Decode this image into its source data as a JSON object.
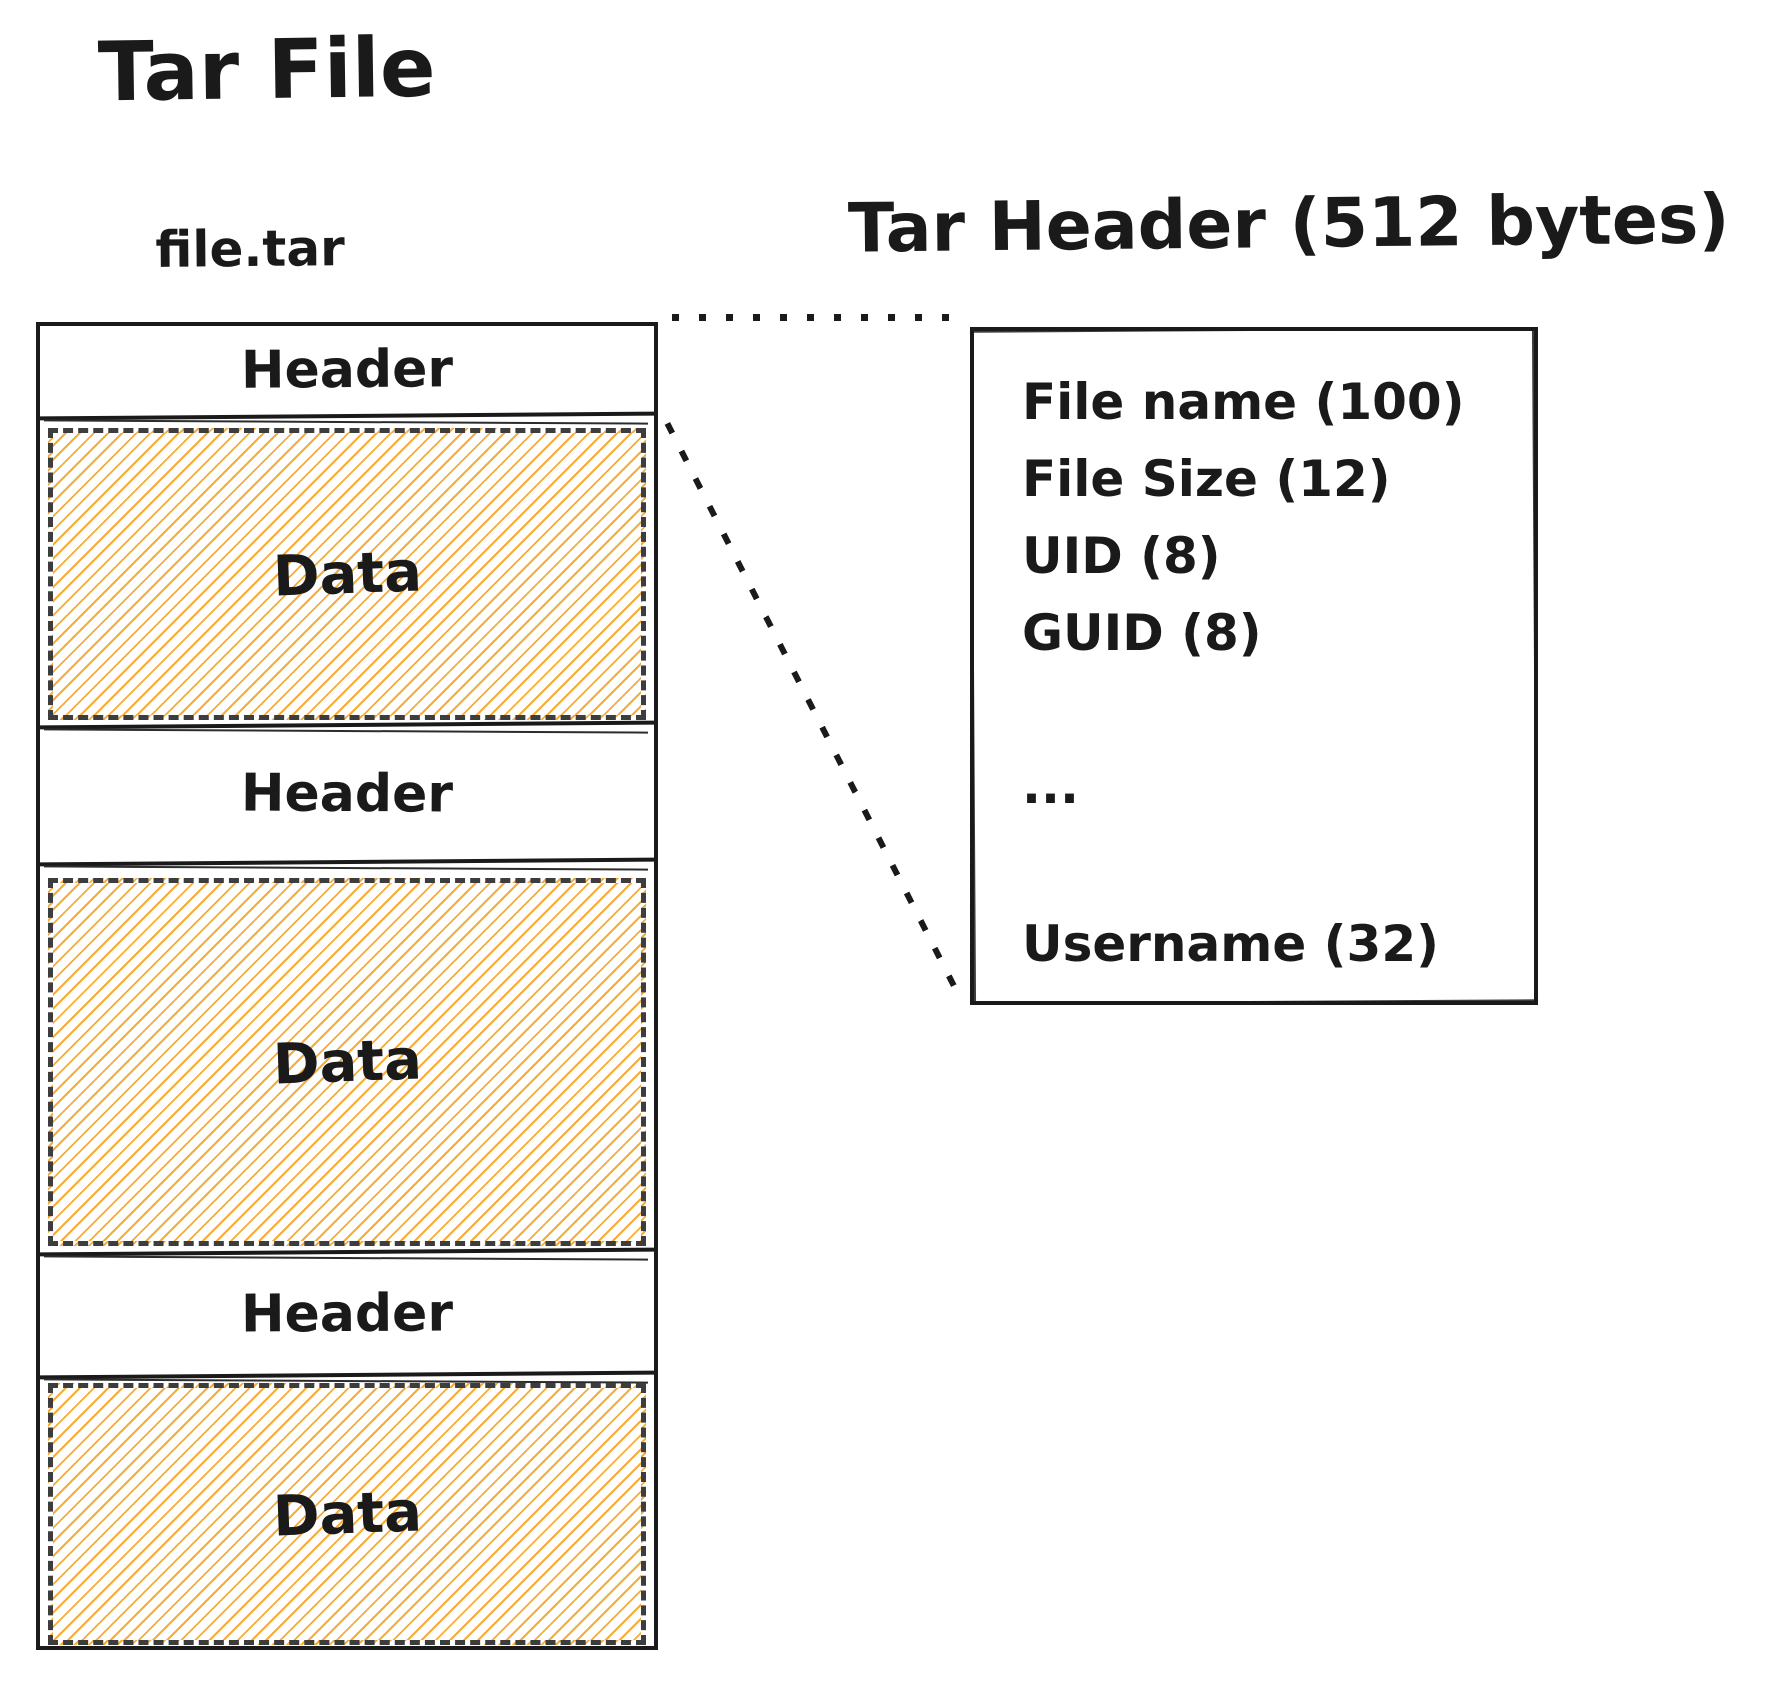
{
  "page": {
    "title": "Tar File"
  },
  "tar_file": {
    "label": "file.tar",
    "blocks": [
      {
        "kind": "header",
        "label": "Header"
      },
      {
        "kind": "data",
        "label": "Data"
      },
      {
        "kind": "header",
        "label": "Header"
      },
      {
        "kind": "data",
        "label": "Data"
      },
      {
        "kind": "header",
        "label": "Header"
      },
      {
        "kind": "data",
        "label": "Data"
      }
    ]
  },
  "tar_header": {
    "title": "Tar Header (512 bytes)",
    "fields": [
      "File name (100)",
      "File Size (12)",
      "UID (8)",
      "GUID (8)",
      "...",
      "Username (32)"
    ]
  },
  "colors": {
    "stroke": "#1a1a1a",
    "hatch_orange": "#f8ac38",
    "dash_border": "#3d3d3d",
    "background": "#ffffff"
  }
}
